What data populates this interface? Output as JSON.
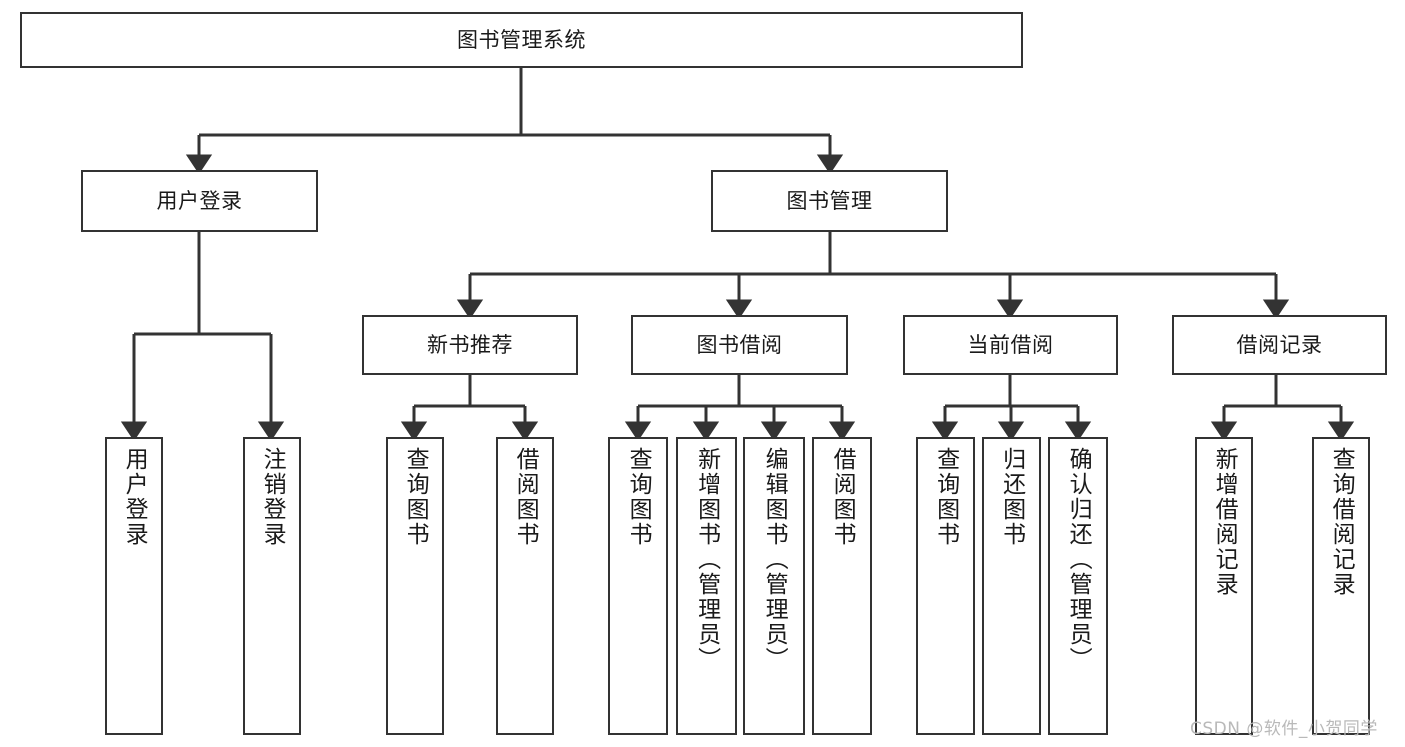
{
  "diagram": {
    "type": "tree-hierarchy",
    "title": "图书管理系统",
    "colors": {
      "node_border": "#333333",
      "node_fill": "#ffffff",
      "edge": "#333333",
      "text": "#1a1a1a",
      "watermark": "#b9b9b9",
      "background": "#ffffff"
    },
    "levels": {
      "root": "图书管理系统",
      "level2": [
        "用户登录",
        "图书管理"
      ],
      "level3": [
        "新书推荐",
        "图书借阅",
        "当前借阅",
        "借阅记录"
      ]
    },
    "nodes": {
      "root": {
        "label": "图书管理系统",
        "orientation": "horizontal"
      },
      "user_login": {
        "label": "用户登录",
        "orientation": "horizontal"
      },
      "book_manage": {
        "label": "图书管理",
        "orientation": "horizontal"
      },
      "new_book_rec": {
        "label": "新书推荐",
        "orientation": "horizontal"
      },
      "book_borrow": {
        "label": "图书借阅",
        "orientation": "horizontal"
      },
      "current_borrow": {
        "label": "当前借阅",
        "orientation": "horizontal"
      },
      "borrow_record": {
        "label": "借阅记录",
        "orientation": "horizontal"
      },
      "leaf_user_login": {
        "label": "用户登录",
        "orientation": "vertical"
      },
      "leaf_logout": {
        "label": "注销登录",
        "orientation": "vertical"
      },
      "leaf_query_book_1": {
        "label": "查询图书",
        "orientation": "vertical"
      },
      "leaf_borrow_book_1": {
        "label": "借阅图书",
        "orientation": "vertical"
      },
      "leaf_query_book_2": {
        "label": "查询图书",
        "orientation": "vertical"
      },
      "leaf_add_book": {
        "label": "新增图书（管理员）",
        "orientation": "vertical"
      },
      "leaf_edit_book": {
        "label": "编辑图书（管理员）",
        "orientation": "vertical"
      },
      "leaf_borrow_book_2": {
        "label": "借阅图书",
        "orientation": "vertical"
      },
      "leaf_query_book_3": {
        "label": "查询图书",
        "orientation": "vertical"
      },
      "leaf_return_book": {
        "label": "归还图书",
        "orientation": "vertical"
      },
      "leaf_confirm_return": {
        "label": "确认归还（管理员）",
        "orientation": "vertical"
      },
      "leaf_add_record": {
        "label": "新增借阅记录",
        "orientation": "vertical"
      },
      "leaf_query_record": {
        "label": "查询借阅记录",
        "orientation": "vertical"
      }
    },
    "edges": [
      {
        "from": "图书管理系统",
        "to": "用户登录"
      },
      {
        "from": "图书管理系统",
        "to": "图书管理"
      },
      {
        "from": "用户登录",
        "to": "用户登录"
      },
      {
        "from": "用户登录",
        "to": "注销登录"
      },
      {
        "from": "图书管理",
        "to": "新书推荐"
      },
      {
        "from": "图书管理",
        "to": "图书借阅"
      },
      {
        "from": "图书管理",
        "to": "当前借阅"
      },
      {
        "from": "图书管理",
        "to": "借阅记录"
      },
      {
        "from": "新书推荐",
        "to": "查询图书"
      },
      {
        "from": "新书推荐",
        "to": "借阅图书"
      },
      {
        "from": "图书借阅",
        "to": "查询图书"
      },
      {
        "from": "图书借阅",
        "to": "新增图书（管理员）"
      },
      {
        "from": "图书借阅",
        "to": "编辑图书（管理员）"
      },
      {
        "from": "图书借阅",
        "to": "借阅图书"
      },
      {
        "from": "当前借阅",
        "to": "查询图书"
      },
      {
        "from": "当前借阅",
        "to": "归还图书"
      },
      {
        "from": "当前借阅",
        "to": "确认归还（管理员）"
      },
      {
        "from": "借阅记录",
        "to": "新增借阅记录"
      },
      {
        "from": "借阅记录",
        "to": "查询借阅记录"
      }
    ]
  },
  "watermark": {
    "text": "CSDN @软件_小贺同学"
  }
}
